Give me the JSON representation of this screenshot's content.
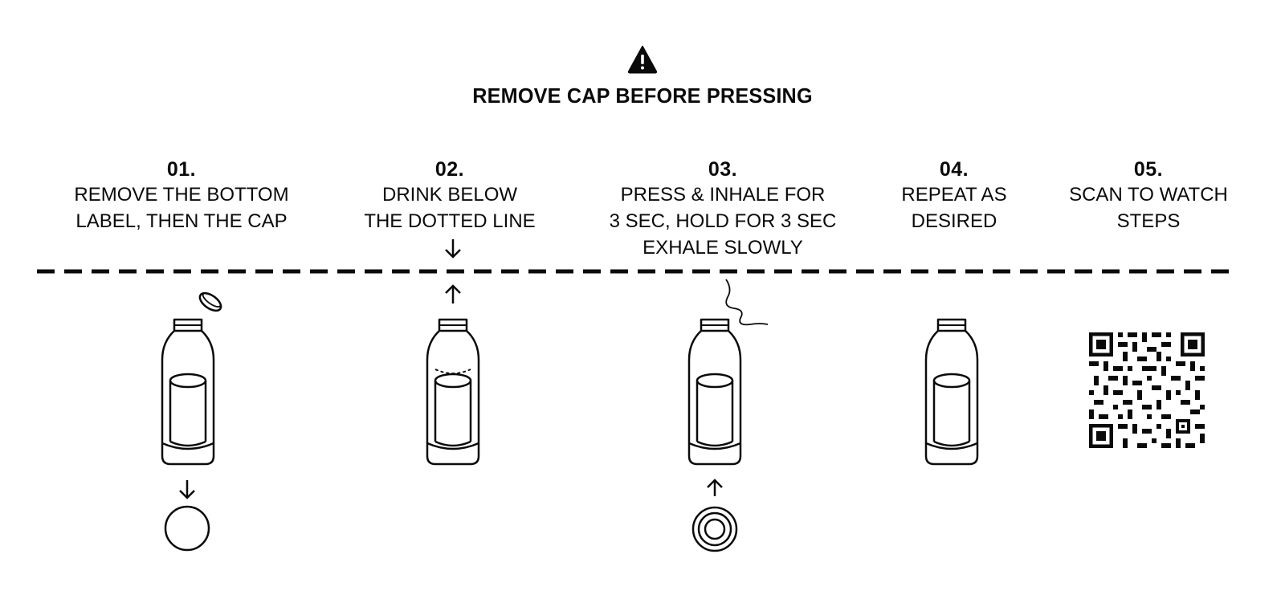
{
  "warning": {
    "icon": "warning-triangle-icon",
    "text": "REMOVE CAP BEFORE PRESSING"
  },
  "steps": [
    {
      "number": "01.",
      "lines": [
        "REMOVE THE BOTTOM",
        "LABEL, THEN THE CAP"
      ],
      "icon": "bottle-with-cap-removed-icon"
    },
    {
      "number": "02.",
      "lines": [
        "DRINK BELOW",
        "THE DOTTED LINE"
      ],
      "icon": "bottle-with-fill-line-icon"
    },
    {
      "number": "03.",
      "lines": [
        "PRESS & INHALE FOR",
        "3 SEC, HOLD FOR 3 SEC",
        "EXHALE SLOWLY"
      ],
      "icon": "bottle-press-inhale-icon"
    },
    {
      "number": "04.",
      "lines": [
        "REPEAT AS",
        "DESIRED"
      ],
      "icon": "bottle-icon"
    },
    {
      "number": "05.",
      "lines": [
        "SCAN TO WATCH",
        "STEPS"
      ],
      "icon": "qr-code-icon"
    }
  ],
  "colors": {
    "ink": "#0a0a0a",
    "background": "#ffffff"
  }
}
